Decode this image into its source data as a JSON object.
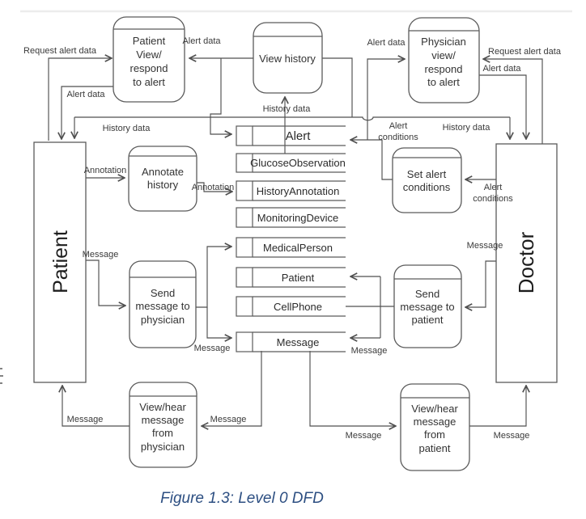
{
  "caption": {
    "text": "Figure 1.3: Level 0 DFD",
    "color": "#2d4f82"
  },
  "entities": {
    "patient": "Patient",
    "doctor": "Doctor"
  },
  "processes": {
    "patient_view_respond": {
      "lines": [
        "Patient",
        "View/",
        "respond",
        "to alert"
      ]
    },
    "view_history": {
      "lines": [
        "View history"
      ]
    },
    "physician_view_respond": {
      "lines": [
        "Physician",
        "view/",
        "respond",
        "to alert"
      ]
    },
    "annotate_history": {
      "lines": [
        "Annotate",
        "history"
      ]
    },
    "set_alert_conditions": {
      "lines": [
        "Set alert",
        "conditions"
      ]
    },
    "send_message_to_physician": {
      "lines": [
        "Send",
        "message to",
        "physician"
      ]
    },
    "send_message_to_patient": {
      "lines": [
        "Send",
        "message to",
        "patient"
      ]
    },
    "view_hear_message_from_physician": {
      "lines": [
        "View/hear",
        "message",
        "from",
        "physician"
      ]
    },
    "view_hear_message_from_patient": {
      "lines": [
        "View/hear",
        "message",
        "from",
        "patient"
      ]
    }
  },
  "data_stores": [
    "Alert",
    "GlucoseObservation",
    "HistoryAnnotation",
    "MonitoringDevice",
    "MedicalPerson",
    "Patient",
    "CellPhone",
    "Message"
  ],
  "flow_labels": {
    "request_alert_data_left": "Request alert data",
    "alert_data_view_history_to_patient_view": "Alert data",
    "alert_data_patient_view_to_patient": "Alert data",
    "history_data_to_patient": "History data",
    "history_data_to_view_history": "History data",
    "history_data_to_doctor": "History data",
    "alert_data_to_physician_view": "Alert data",
    "request_alert_data_right": "Request alert data",
    "alert_data_physician_view_to_doctor": "Alert data",
    "alert_conditions_to_alert_store": [
      "Alert",
      "conditions"
    ],
    "alert_conditions_doctor_to_set": [
      "Alert",
      "conditions"
    ],
    "annotation_patient_to_annotate": "Annotation",
    "annotation_annotate_to_store": "Annotation",
    "message_patient_to_send": "Message",
    "message_send_to_message_store_left": "Message",
    "message_doctor_to_send": "Message",
    "message_send_to_message_store_right": "Message",
    "message_store_to_view_physician": "Message",
    "message_view_physician_to_patient": "Message",
    "message_store_to_view_patient": "Message",
    "message_view_patient_to_doctor": "Message"
  }
}
